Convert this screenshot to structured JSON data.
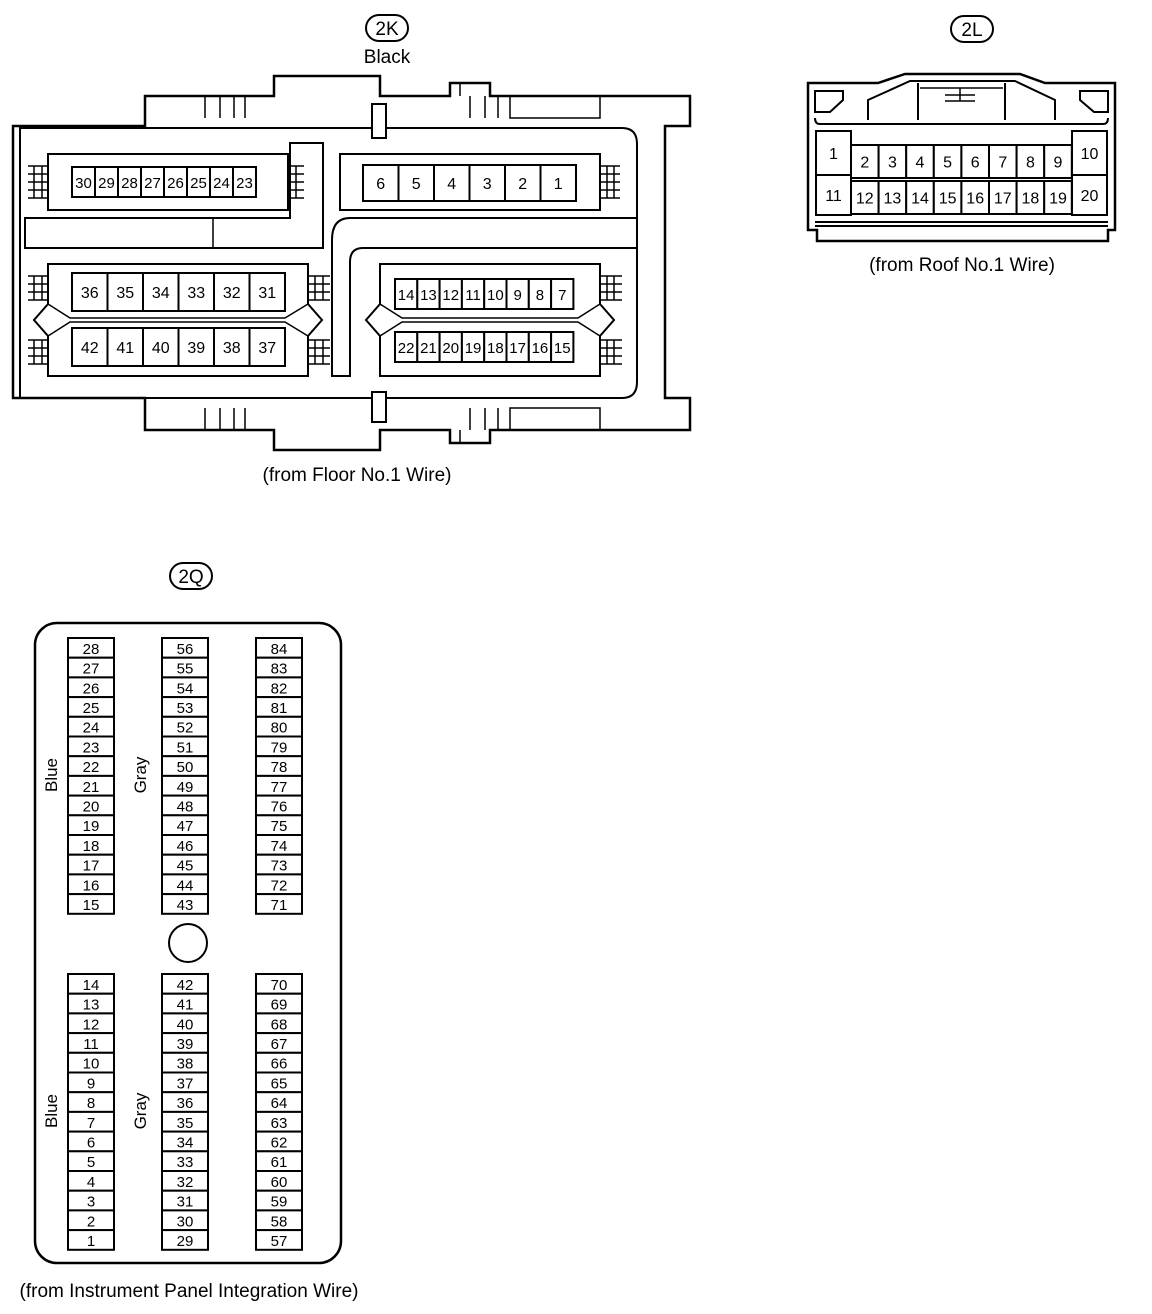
{
  "connectors": [
    {
      "id": "2K",
      "color": "Black",
      "source": "(from Floor No.1 Wire)",
      "rows": [
        [
          "30",
          "29",
          "28",
          "27",
          "26",
          "25",
          "24",
          "23"
        ],
        [
          "6",
          "5",
          "4",
          "3",
          "2",
          "1"
        ],
        [
          "36",
          "35",
          "34",
          "33",
          "32",
          "31"
        ],
        [
          "14",
          "13",
          "12",
          "11",
          "10",
          "9",
          "8",
          "7"
        ],
        [
          "42",
          "41",
          "40",
          "39",
          "38",
          "37"
        ],
        [
          "22",
          "21",
          "20",
          "19",
          "18",
          "17",
          "16",
          "15"
        ]
      ]
    },
    {
      "id": "2L",
      "source": "(from Roof No.1 Wire)",
      "left": [
        "1",
        "11"
      ],
      "top": [
        "2",
        "3",
        "4",
        "5",
        "6",
        "7",
        "8",
        "9"
      ],
      "bottom": [
        "12",
        "13",
        "14",
        "15",
        "16",
        "17",
        "18",
        "19"
      ],
      "right": [
        "10",
        "20"
      ]
    },
    {
      "id": "2Q",
      "source": "(from Instrument Panel Integration Wire)",
      "group_labels": [
        "Blue",
        "Gray",
        "Blue",
        "Gray"
      ],
      "top_columns": [
        [
          "28",
          "27",
          "26",
          "25",
          "24",
          "23",
          "22",
          "21",
          "20",
          "19",
          "18",
          "17",
          "16",
          "15"
        ],
        [
          "56",
          "55",
          "54",
          "53",
          "52",
          "51",
          "50",
          "49",
          "48",
          "47",
          "46",
          "45",
          "44",
          "43"
        ],
        [
          "84",
          "83",
          "82",
          "81",
          "80",
          "79",
          "78",
          "77",
          "76",
          "75",
          "74",
          "73",
          "72",
          "71"
        ]
      ],
      "bottom_columns": [
        [
          "14",
          "13",
          "12",
          "11",
          "10",
          "9",
          "8",
          "7",
          "6",
          "5",
          "4",
          "3",
          "2",
          "1"
        ],
        [
          "42",
          "41",
          "40",
          "39",
          "38",
          "37",
          "36",
          "35",
          "34",
          "33",
          "32",
          "31",
          "30",
          "29"
        ],
        [
          "70",
          "69",
          "68",
          "67",
          "66",
          "65",
          "64",
          "63",
          "62",
          "61",
          "60",
          "59",
          "58",
          "57"
        ]
      ]
    }
  ]
}
